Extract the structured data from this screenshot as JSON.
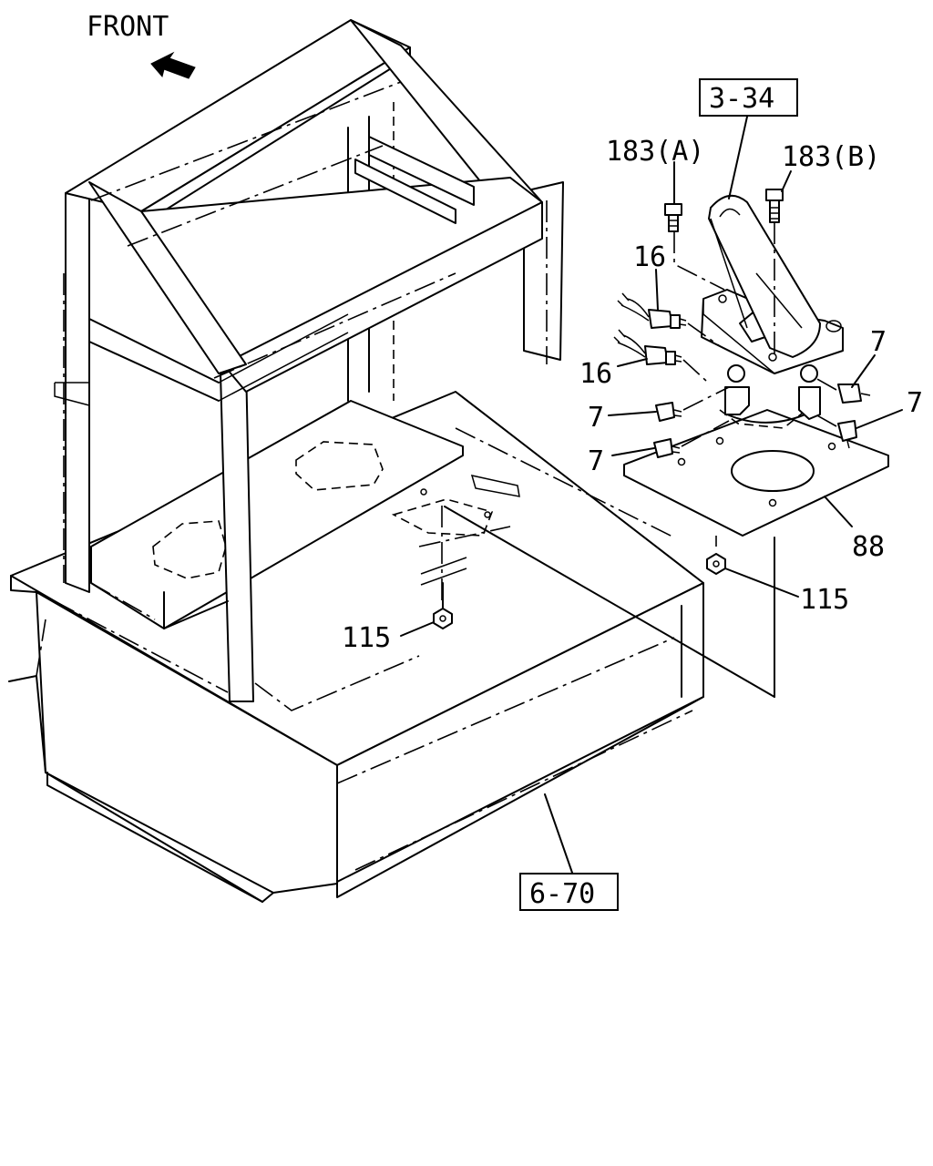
{
  "front_label": "FRONT",
  "references": {
    "ref_3_34": "3-34",
    "ref_6_70": "6-70"
  },
  "callouts": {
    "bolt_a": "183(A)",
    "bolt_b": "183(B)",
    "switch_upper": "16",
    "switch_lower": "16",
    "fitting_right_upper": "7",
    "fitting_left_upper": "7",
    "fitting_right_lower": "7",
    "fitting_left_lower": "7",
    "bracket_plate": "88",
    "nut_right": "115",
    "nut_left": "115"
  }
}
